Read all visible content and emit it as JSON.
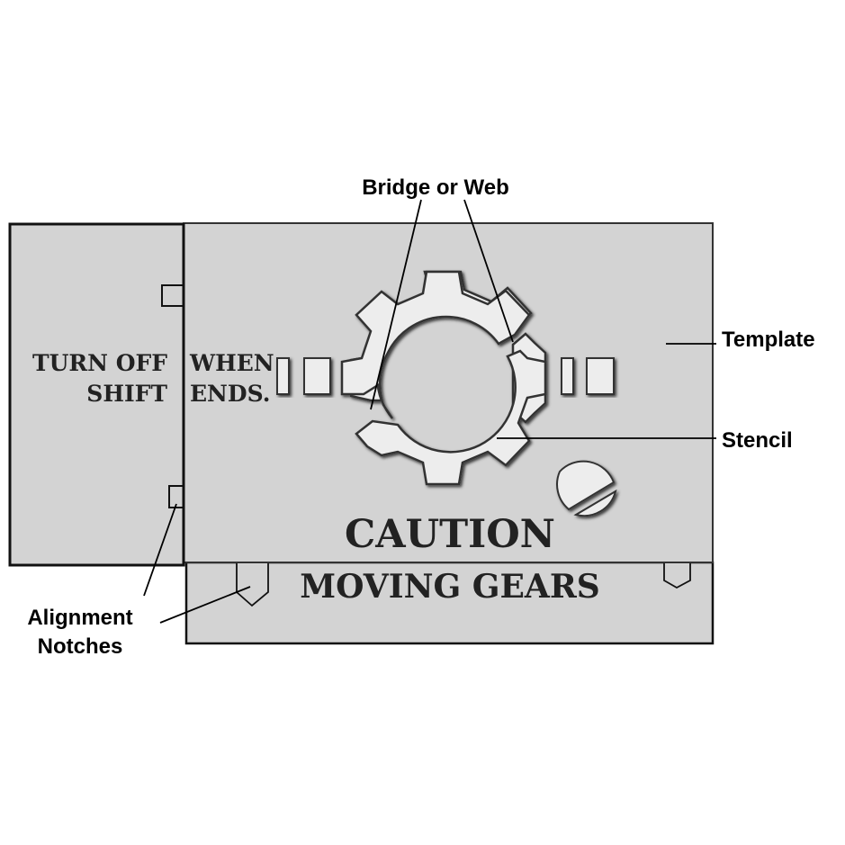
{
  "labels": {
    "bridge": "Bridge or Web",
    "template": "Template",
    "stencil": "Stencil",
    "alignment_line1": "Alignment",
    "alignment_line2": "Notches"
  },
  "stencil_text": {
    "left_line1": "TURN OFF",
    "left_line2": "SHIFT",
    "right_line1": "WHEN",
    "right_line2": "ENDS.",
    "caution": "CAUTION",
    "moving_gears": "MOVING GEARS"
  },
  "colors": {
    "panel": "#d3d3d3",
    "outline": "#111111",
    "cutout": "#ededed",
    "cutout_shadow": "#4a4a4a"
  }
}
